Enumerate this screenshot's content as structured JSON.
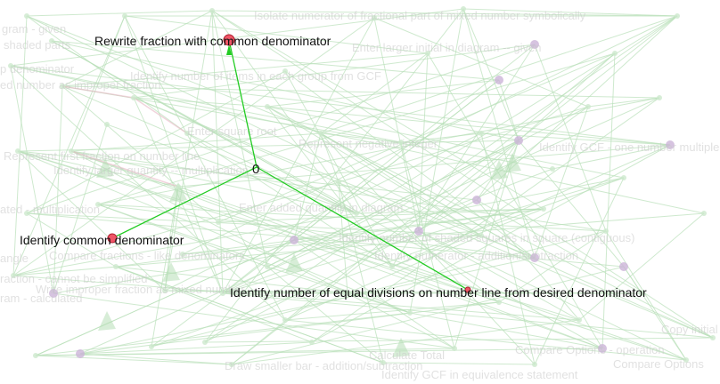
{
  "graph": {
    "center": {
      "label": "0"
    },
    "focus_nodes": [
      {
        "label": "Rewrite fraction with common denominator"
      },
      {
        "label": "Identify common denominator"
      },
      {
        "label": "Identify number of equal divisions on number line from desired denominator"
      }
    ],
    "background_labels": [
      "Isolate numerator of fractional part of mixed number symbolically",
      "Enter larger initial in diagram -- given",
      "Identify number of items in each group from GCF",
      "Enter added quantity in diagram",
      "Represent negative integer",
      "Identify GCF - one number multiple",
      "Identify larger quantity -- multiplication",
      "Compare fractions - like denominators",
      "Write improper fraction as mixed number",
      "Identify number of shaded squares in square (contiguous)",
      "Identify numerator - addition/subtraction",
      "Draw smaller bar - addition/subtraction",
      "Calculate Total",
      "Compare Options - operation",
      "Identify GCF in equivalence statement",
      "Copy initial",
      "Represent first fraction on number line",
      "ated - multiplication",
      "angle",
      "ram - calculated",
      "raction - cannot be simplified",
      "ed number as improper fraction",
      "p denominator",
      "shaded parts",
      "gram - given",
      "Enter square root",
      "Compare Options"
    ],
    "colors": {
      "edge_focus": "#22cc22",
      "edge_background": "#b9e0b9",
      "node_focus": "#ee5566",
      "node_background": "#ccb4d8"
    }
  }
}
